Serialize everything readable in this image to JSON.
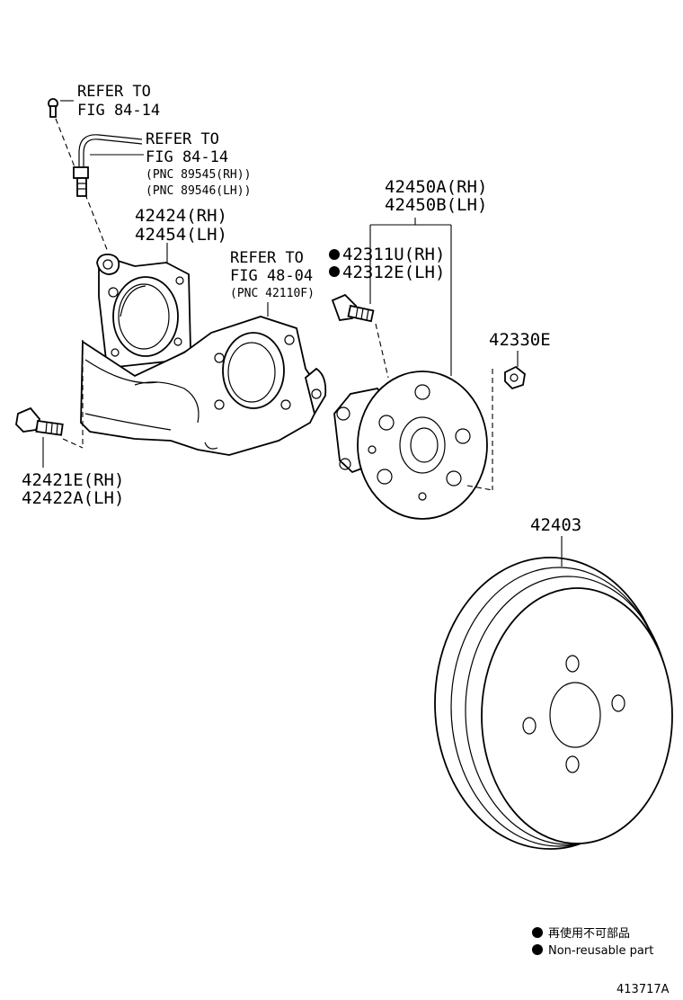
{
  "labels": {
    "ref_sensor_bolt": [
      "REFER TO",
      "FIG 84-14"
    ],
    "ref_sensor": [
      "REFER TO",
      "FIG 84-14"
    ],
    "pnc_sensor": [
      "(PNC 89545(RH))",
      "(PNC 89546(LH))"
    ],
    "carrier": [
      "42424(RH)",
      "42454(LH)"
    ],
    "ref_backing": [
      "REFER TO",
      "FIG 48-04"
    ],
    "pnc_backing": "(PNC 42110F)",
    "hub_bolt": [
      "42311U(RH)",
      "42312E(LH)"
    ],
    "hub": [
      "42450A(RH)",
      "42450B(LH)"
    ],
    "nut": "42330E",
    "bolt": [
      "42421E(RH)",
      "42422A(LH)"
    ],
    "drum": "42403"
  },
  "legend": {
    "line1": "再使用不可部品",
    "line2": "Non-reusable part"
  },
  "figure_id": "413717A"
}
